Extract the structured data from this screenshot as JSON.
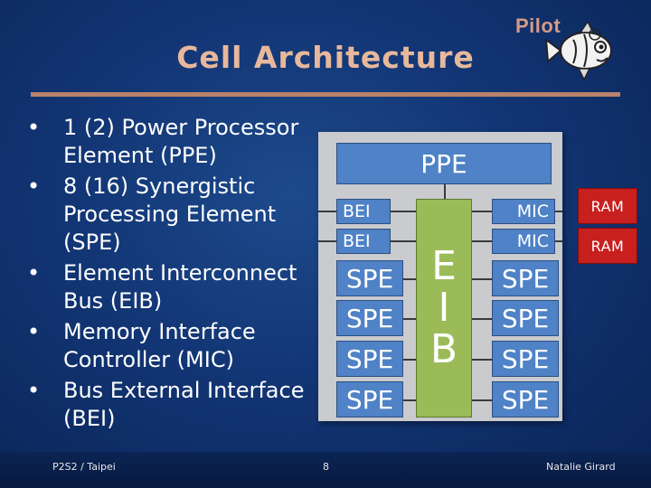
{
  "slide": {
    "title": "Cell Architecture",
    "logo_text": "Pilot",
    "logo_icon": "fish-mascot-icon"
  },
  "bullets": [
    "1 (2) Power Processor Element (PPE)",
    "8 (16) Synergistic Processing Element (SPE)",
    "Element Interconnect Bus (EIB)",
    "Memory Interface Controller (MIC)",
    "Bus External Interface (BEI)"
  ],
  "diagram": {
    "ppe": "PPE",
    "bei": [
      "BEI",
      "BEI"
    ],
    "mic": [
      "MIC",
      "MIC"
    ],
    "eib_letters": [
      "E",
      "I",
      "B"
    ],
    "spe_left": [
      "SPE",
      "SPE",
      "SPE",
      "SPE"
    ],
    "spe_right": [
      "SPE",
      "SPE",
      "SPE",
      "SPE"
    ],
    "ram": [
      "RAM",
      "RAM"
    ],
    "colors": {
      "panel": "#c9cbcf",
      "unit_box": "#4f82c6",
      "eib": "#9bbb59",
      "ram": "#c81f1f"
    }
  },
  "footer": {
    "left": "P2S2 / Taipei",
    "page_number": "8",
    "right": "Natalie Girard"
  }
}
